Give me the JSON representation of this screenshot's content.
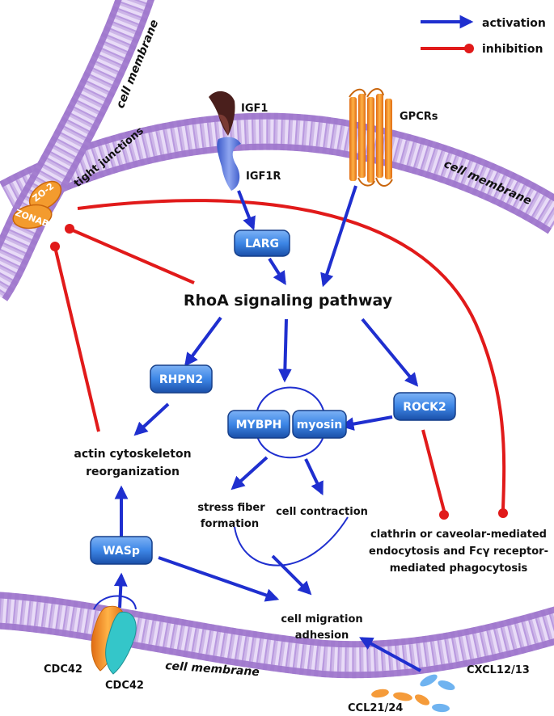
{
  "legend": {
    "activation": "activation",
    "inhibition": "inhibition",
    "activation_color": "#1f2fcf",
    "inhibition_color": "#e11a1a"
  },
  "membranes": {
    "top_left": "cell membrane",
    "top_right": "cell membrane",
    "bottom": "cell membrane"
  },
  "receptors": {
    "igf1": "IGF1",
    "igf1r": "IGF1R",
    "gpcrs": "GPCRs",
    "tight_junctions": "tight junctions",
    "zo2": "ZO-2",
    "zonab": "ZONAB",
    "cdc42_left": "CDC42",
    "cdc42_right": "CDC42",
    "cxcl": "CXCL12/13",
    "ccl": "CCL21/24"
  },
  "nodes": {
    "larg": "LARG",
    "rhpn2": "RHPN2",
    "rock2": "ROCK2",
    "mybph": "MYBPH",
    "myosin": "myosin",
    "wasp": "WASp"
  },
  "texts": {
    "rhoa": "RhoA signaling pathway",
    "actin_1": "actin cytoskeleton",
    "actin_2": "reorganization",
    "stress_1": "stress fiber",
    "stress_2": "formation",
    "contraction": "cell contraction",
    "clathrin_1": "clathrin or caveolar-mediated",
    "clathrin_2": "endocytosis and Fcγ receptor-",
    "clathrin_3": "mediated phagocytosis",
    "migration_1": "cell migration",
    "migration_2": "adhesion"
  },
  "colors": {
    "membrane_fill": "#d9c4ef",
    "membrane_head": "#b48fd9",
    "node_fill": "#3d86e6",
    "node_dark": "#1a4fa8",
    "orange": "#f39b2e",
    "cyan": "#34c6c9"
  }
}
